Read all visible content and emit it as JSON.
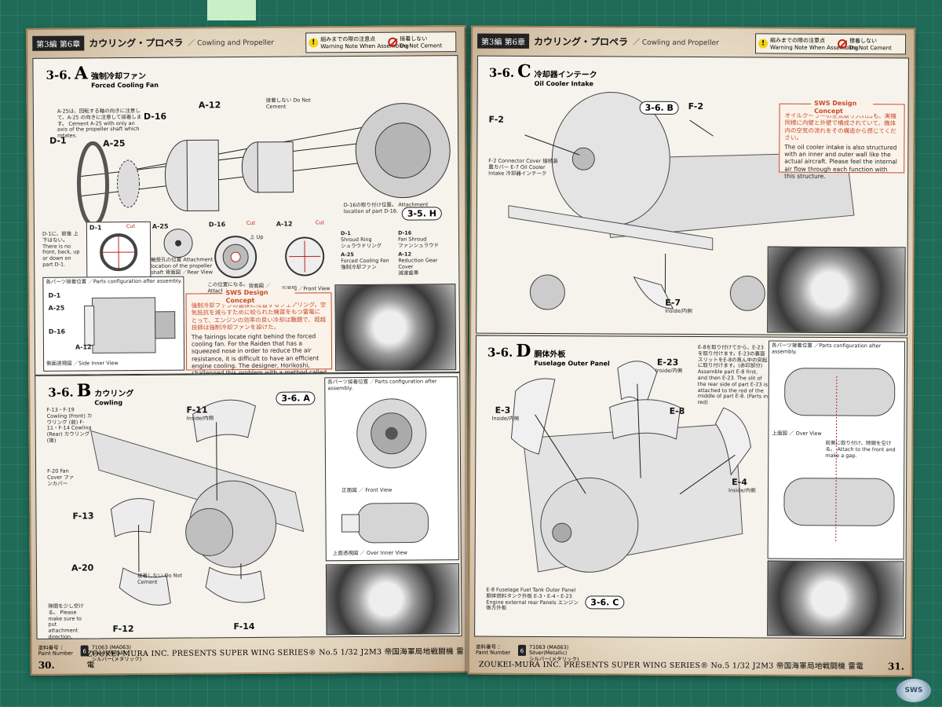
{
  "left_page": {
    "header": {
      "chapter": "第3編 第6章",
      "title_jp": "カウリング・プロペラ",
      "title_en": "／ Cowling and Propeller",
      "warn_jp": "組みまでの際の注意点",
      "warn_en": "Warning Note When Assembling",
      "nocement_jp": "接着しない",
      "nocement_en": "Do Not Cement"
    },
    "section_a": {
      "num": "3-6.",
      "letter": "A",
      "title_jp": "強制冷却ファン",
      "title_en": "Forced Cooling Fan",
      "labels": [
        "D-16",
        "A-12",
        "D-1",
        "A-25"
      ],
      "note_a25": "A-25は、回転する軸の向きに注意して、A-25 の向きに注意して接着します。 Cement A-25 with only an axis of the propeller shaft which rotates.",
      "note_d16": "D-16の取り付け位置。 Attachment location of part D-16.",
      "note_d1": "D-1に、前後 上下はない。 There is no front, back, up or down on part D-1.",
      "nocement_note": "接着しない Do Not Cement",
      "ref": "3-5.",
      "ref_letter": "H",
      "detail_d1": "D-1",
      "detail_a25": "A-25",
      "detail_d16": "D-16",
      "detail_a12": "A-12",
      "cut": "Cut",
      "up": "上 Up",
      "a25_caption": "軸受孔の位置 Attachment location of the propeller shaft 背面図 ／Rear View",
      "attach_here": "この位置になる。 Attach here.",
      "rear_view": "背面図 ／ Rear View",
      "front_view": "正面図 ／Front View",
      "parts_list": [
        {
          "code": "D-1",
          "en": "Shroud Ring",
          "jp": "シュラウドリング"
        },
        {
          "code": "D-16",
          "en": "Fan Shroud",
          "jp": "ファンシュラウド"
        },
        {
          "code": "A-25",
          "en": "Forced Cooling Fan",
          "jp": "強制冷却ファン"
        },
        {
          "code": "A-12",
          "en": "Reduction Gear Cover",
          "jp": "減速歯車"
        }
      ],
      "config_title": "各パーツ接着位置 ／Parts configuration after assembly.",
      "config_labels": [
        "D-1",
        "A-25",
        "D-16",
        "A-12"
      ],
      "side_view": "側面透視図 ／Side Inner View",
      "concept_title": "SWS Design Concept",
      "concept_jp": "強制冷却ファンの直後に位置するフェアリング。空気抵抗を減らすために絞られた機首をもつ雷電にとって、エンジンの効率の良い冷却は難題で、堀越技師は強制冷却ファンを設けた。",
      "concept_en": "The fairings locate right behind the forced cooling fan. For the Raiden that has a squeezed nose in order to reduce the air resistance, it is difficult to have an efficient engine cooling. The designer, Horikoshi, challenged this problem with a method called the \"forced cooling\". These fairings are the necessary device that smoothly guides the external air from the fan to the cylinders."
    },
    "section_b": {
      "num": "3-6.",
      "letter": "B",
      "title_jp": "カウリング",
      "title_en": "Cowling",
      "ref": "3-6.",
      "ref_letter": "A",
      "labels": [
        "F-11",
        "F-13",
        "A-20",
        "F-12",
        "F-14"
      ],
      "inside": "Inside/内側",
      "parts_cowl": "F-13・F-19 Cowling (Front) カウリング (前) F-11・F-14 Cowling (Rear) カウリング (後)",
      "parts_fan": "F-20 Fan Cover ファンカバー",
      "nocement_note": "接着しない Do Not Cement",
      "note_gap": "隙間を少し空ける。 Please make sure to put attachment direction.",
      "config_title": "各パーツ接着位置 ／Parts configuration after assembly.",
      "front_view": "正面図 ／ Front View",
      "over_view": "上面透視図 ／ Over Inner View"
    },
    "footer": {
      "page": "30.",
      "paint_jp": "塗料番号 ：",
      "paint_en": "Paint Number",
      "paint_code": "71063 (MA063)",
      "paint_name": "Silver(Metallic)",
      "paint_jp2": "シルバー(メタリック)",
      "bottle": "6",
      "brand": "ZOUKEI-MURA INC. PRESENTS   SUPER WING SERIES® No.5   1/32 J2M3 帝国海軍局地戦闘機  雷電"
    }
  },
  "right_page": {
    "header": {
      "chapter": "第3編 第6章",
      "title_jp": "カウリング・プロペラ",
      "title_en": "／ Cowling and Propeller",
      "warn_jp": "組みまでの際の注意点",
      "warn_en": "Warning Note When Assembling",
      "nocement_jp": "接着しない",
      "nocement_en": "Do Not Cement"
    },
    "section_c": {
      "num": "3-6.",
      "letter": "C",
      "title_jp": "冷却器インテーク",
      "title_en": "Oil Cooler Intake",
      "ref": "3-6.",
      "ref_letter": "B",
      "labels": [
        "F-2",
        "F-2",
        "E-7"
      ],
      "parts": "F-2 Connector Cover 接続装置カバー E-7 Oil Cooler Intake 冷却器インテーク",
      "inside": "Inside/内側",
      "concept_title": "SWS Design Concept",
      "concept_jp": "オイルクーラーの空気取り入れ口も、実機同様に内壁と外壁で構成されていて、機体内の空気の流れをその構造から感じてください。",
      "concept_en": "The oil cooler intake is also structured with an inner and outer wall like the actual aircraft. Please feel the internal air flow through each function with this structure."
    },
    "section_d": {
      "num": "3-6.",
      "letter": "D",
      "title_jp": "胴体外板",
      "title_en": "Fuselage Outer Panel",
      "labels": [
        "E-23",
        "E-3",
        "E-8",
        "E-4"
      ],
      "inside": "Inside/内側",
      "ref": "3-6.",
      "ref_letter": "C",
      "note_e8": "E-8を取り付けてから、E-23を取り付けます。E-23の裏面スリットをE-8の真ん中の突起に取り付けます。(赤印部分) Assemble part E-8 first, and then E-23. The slit of the rear side of part E-23 is attached to the rod of the middle of part E-8. (Parts in red)",
      "config_title": "各パーツ接着位置 ／Parts configuration after assembly.",
      "over_view": "上面図 ／ Over View",
      "note_gap": "前側に取り付け、隙間を空ける。 Attach to the front and make a gap.",
      "parts": "E-8 Fuselage Fuel Tank Outer Panel 胴体燃料タンク外板  E-3・E-4・E-23 Engine external rear Panels エンジン後方外板"
    },
    "footer": {
      "page": "31.",
      "paint_jp": "塗料番号 ：",
      "paint_en": "Paint Number",
      "paint_code": "71063 (MA063)",
      "paint_name": "Silver(Metallic)",
      "paint_jp2": "シルバー(メタリック)",
      "bottle": "6",
      "brand": "ZOUKEI-MURA INC. PRESENTS   SUPER WING SERIES® No.5   1/32 J2M3 帝国海軍局地戦闘機  雷電"
    }
  },
  "watermark": "SWS",
  "colors": {
    "mat": "#1f6b58",
    "paper": "#efe6d2",
    "concept": "#c84a2a",
    "warn": "#f2d313"
  }
}
